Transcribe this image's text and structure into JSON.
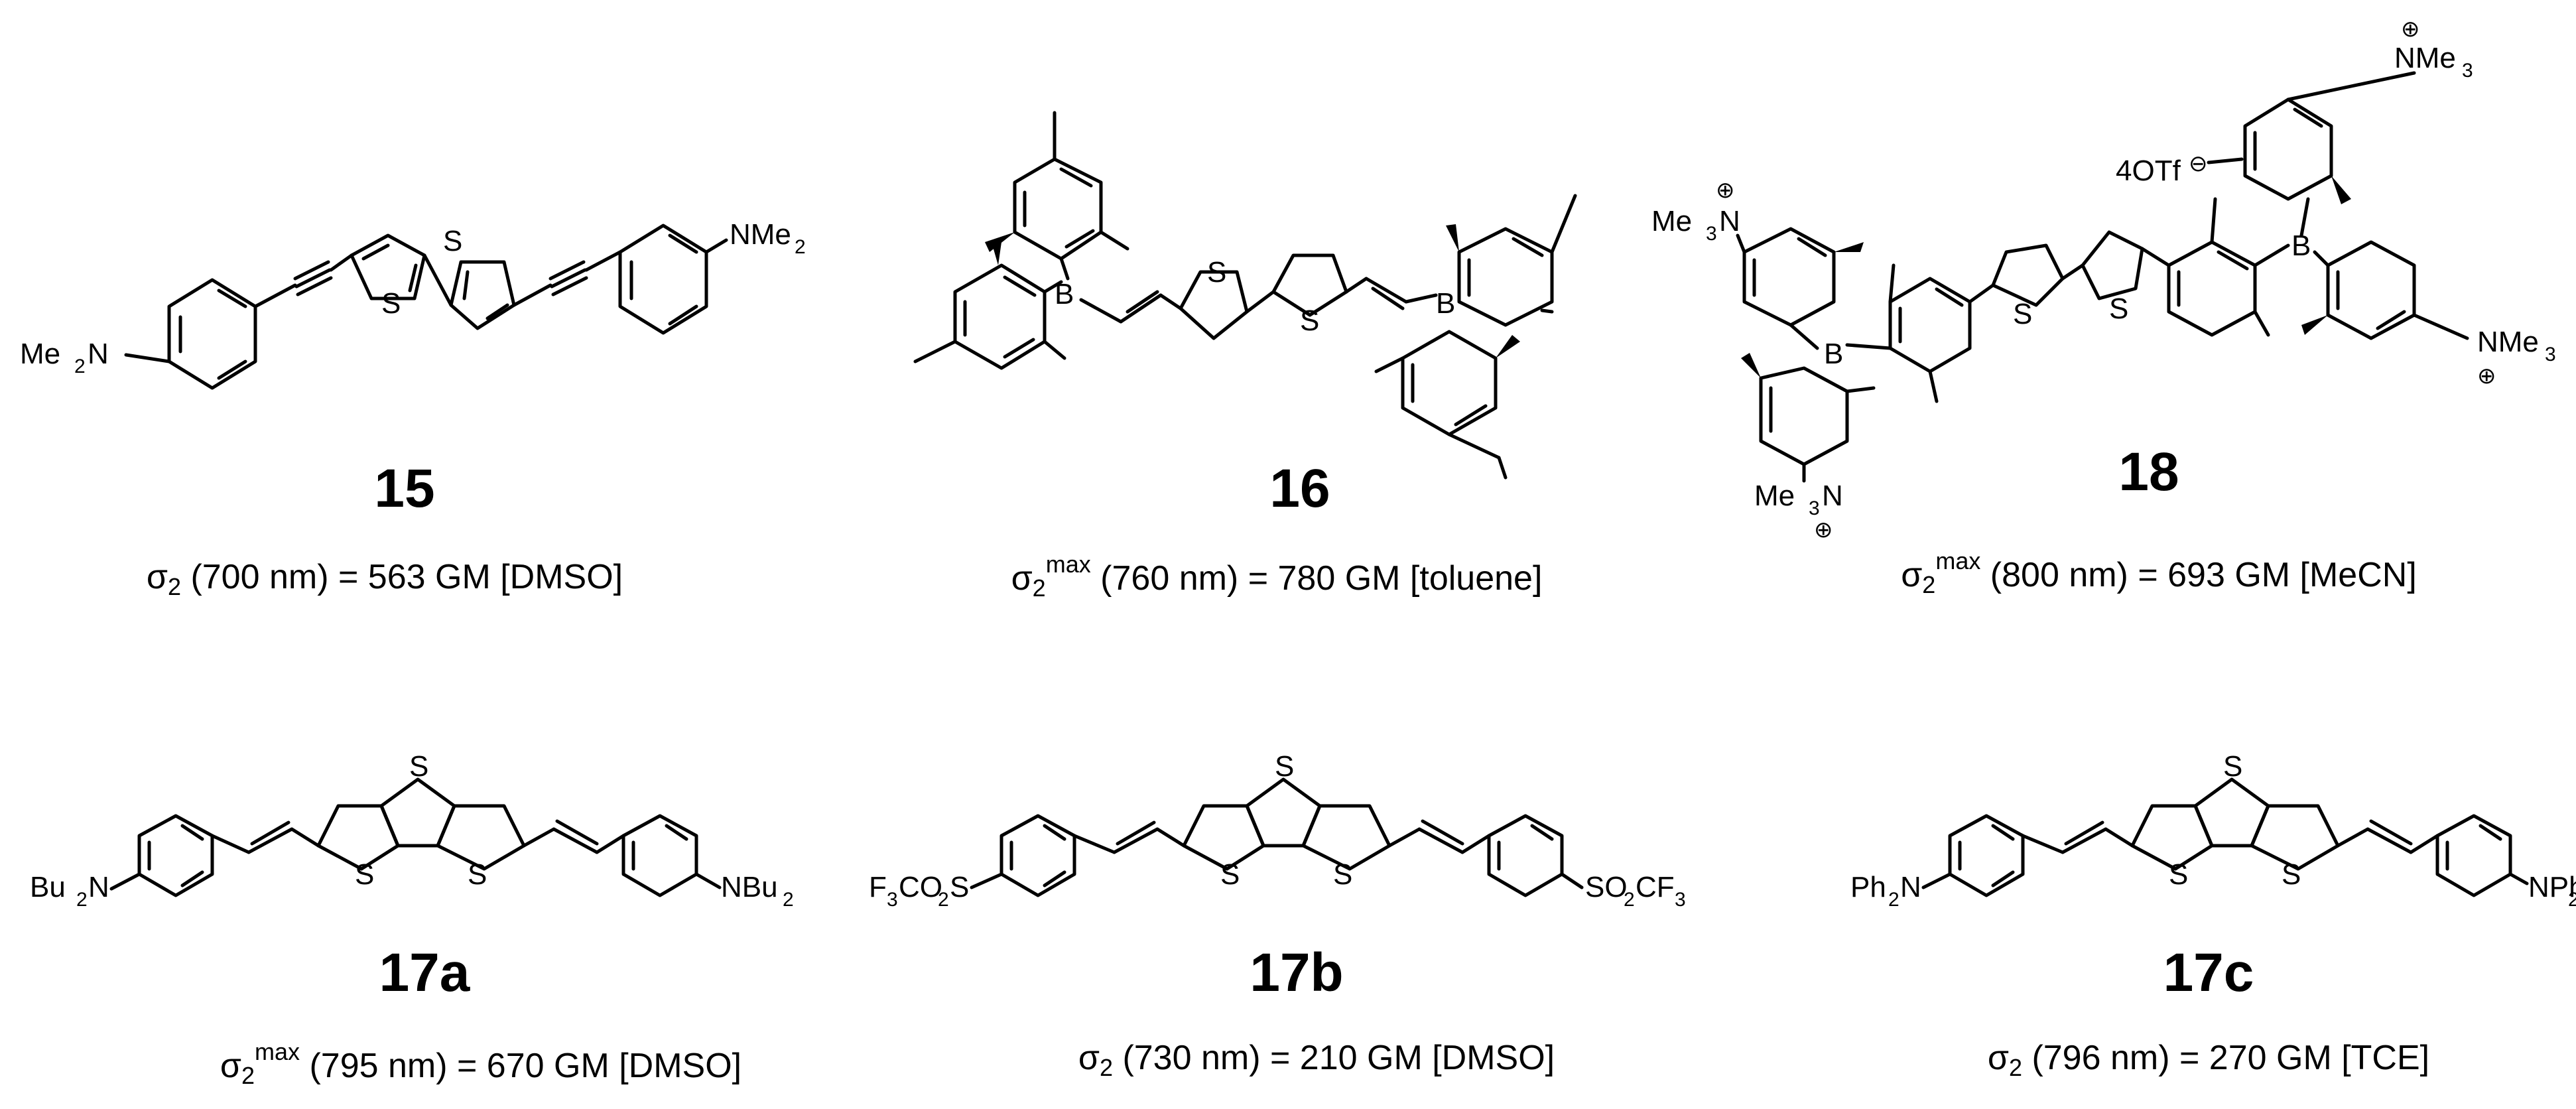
{
  "compounds": [
    {
      "id": "15",
      "caption": {
        "sigma": "σ",
        "sub": "2",
        "sup": "",
        "rest": " (700 nm) = 563 GM [DMSO]"
      }
    },
    {
      "id": "16",
      "caption": {
        "sigma": "σ",
        "sub": "2",
        "sup": "max",
        "rest": " (760 nm) = 780 GM [toluene]"
      }
    },
    {
      "id": "18",
      "caption": {
        "sigma": "σ",
        "sub": "2",
        "sup": "max",
        "rest": " (800 nm) = 693 GM [MeCN]"
      }
    },
    {
      "id": "17a",
      "caption": {
        "sigma": "σ",
        "sub": "2",
        "sup": "max",
        "rest": " (795 nm) = 670 GM [DMSO]"
      }
    },
    {
      "id": "17b",
      "caption": {
        "sigma": "σ",
        "sub": "2",
        "sup": "",
        "rest": " (730 nm) = 210 GM [DMSO]"
      }
    },
    {
      "id": "17c",
      "caption": {
        "sigma": "σ",
        "sub": "2",
        "sup": "",
        "rest": " (796 nm) = 270 GM [TCE]"
      }
    }
  ],
  "atom_labels": {
    "NMe2": "NMe",
    "Me2N": "Me",
    "S": "S",
    "B": "B",
    "NMe3": "NMe",
    "Me3N": "Me",
    "N": "N",
    "counterion": "4OTf",
    "Bu2N": "Bu",
    "NBu2": "NBu",
    "F3CO2S_a": "F",
    "F3CO2S_b": "CO",
    "F3CO2S_c": "S",
    "SO2CF3_a": "SO",
    "SO2CF3_b": "CF",
    "Ph2N": "Ph",
    "NPh2": "NPh",
    "two": "2",
    "three": "3"
  }
}
